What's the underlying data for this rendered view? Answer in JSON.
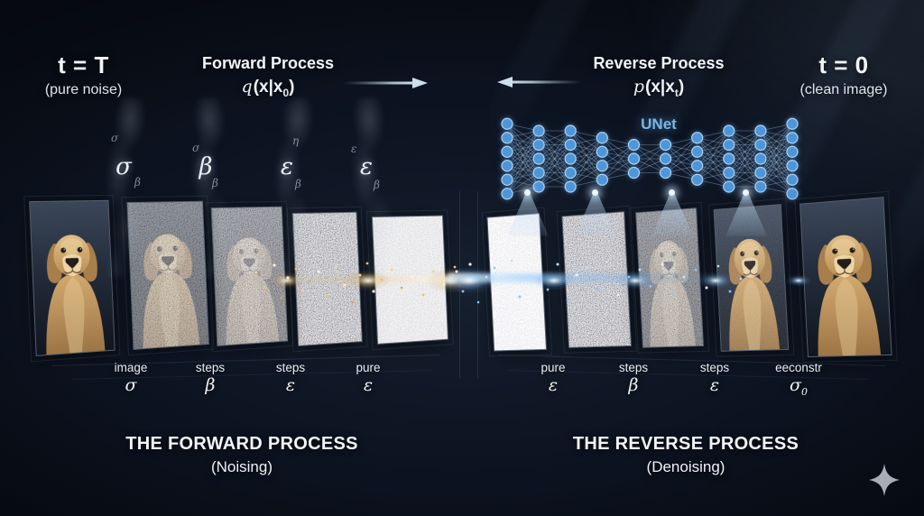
{
  "colors": {
    "background": "#0d1422",
    "unet_node": "#4f96d8",
    "unet_node_stroke": "#a9d4f5",
    "unet_edge": "rgba(176,208,238,0.38)",
    "unet_label": "#79b7e6",
    "text_primary": "#f2f5f8",
    "gold_sparkle": "#eac27e",
    "blue_sparkle": "#9fd0ff"
  },
  "header": {
    "left_state": {
      "title": "t = T",
      "subtitle": "(pure noise)"
    },
    "forward": {
      "title": "Forward Process",
      "func": "q",
      "arg": "(x|x",
      "sub": "0",
      "close": ")"
    },
    "reverse": {
      "title": "Reverse Process",
      "func": "p",
      "arg": "(x|x",
      "sub": "t",
      "close": ")"
    },
    "right_state": {
      "title": "t = 0",
      "subtitle": "(clean image)"
    }
  },
  "unet": {
    "label": "UNet",
    "columns": [
      6,
      5,
      5,
      4,
      3,
      3,
      4,
      5,
      5,
      6
    ]
  },
  "smoke": {
    "large_letters": [
      "σ",
      "β",
      "ε",
      "ε"
    ],
    "small_letters": [
      "σ",
      "β",
      "σ",
      "β",
      "η",
      "β",
      "ε",
      "β"
    ]
  },
  "stage_labels": {
    "forward": [
      {
        "word": "image",
        "symbol": "σ"
      },
      {
        "word": "steps",
        "symbol": "β"
      },
      {
        "word": "steps",
        "symbol": "ε"
      },
      {
        "word": "pure",
        "symbol": "ε"
      }
    ],
    "reverse": [
      {
        "word": "pure",
        "symbol": "ε"
      },
      {
        "word": "steps",
        "symbol": "β"
      },
      {
        "word": "steps",
        "symbol": "ε"
      },
      {
        "word": "eeconstr",
        "symbol": "σ",
        "symbol_sub": "0"
      }
    ]
  },
  "footer": {
    "forward_title": "THE FORWARD PROCESS",
    "forward_subtitle": "(Noising)",
    "reverse_title": "THE REVERSE PROCESS",
    "reverse_subtitle": "(Denoising)"
  },
  "icons": {
    "sparkle": "four-point-star"
  }
}
